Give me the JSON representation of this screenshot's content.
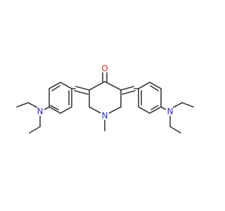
{
  "atom_labels": {
    "carbonyl_oxygen": "O",
    "ring_nitrogen": "N",
    "left_amine_nitrogen": "N",
    "right_amine_nitrogen": "N"
  },
  "colors": {
    "bond": "#3a3a3a",
    "oxygen": "#e8231b",
    "nitrogen": "#2b2bd9",
    "background": "#ffffff"
  }
}
